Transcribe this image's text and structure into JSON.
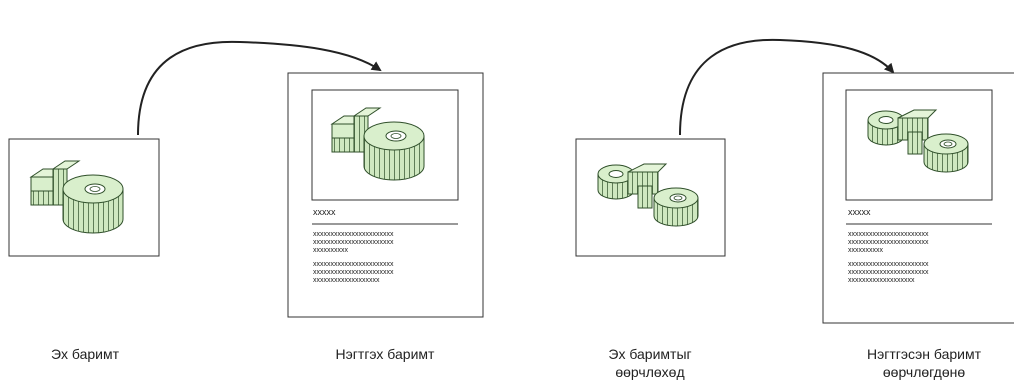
{
  "labels": {
    "source_doc": "Эх баримт",
    "linked_doc": "Нэгтгэх баримт",
    "source_modified_line1": "Эх баримтыг",
    "source_modified_line2": "өөрчлөхөд",
    "linked_modified_line1": "Нэгтгэсэн баримт",
    "linked_modified_line2": "өөрчлөгдөнө"
  },
  "document": {
    "title_placeholder": "xxxxx",
    "body_lines": [
      "xxxxxxxxxxxxxxxxxxxxxxx",
      "xxxxxxxxxxxxxxxxxxxxxxx",
      "xxxxxxxxxx",
      "xxxxxxxxxxxxxxxxxxxxxxx",
      "xxxxxxxxxxxxxxxxxxxxxxx",
      "xxxxxxxxxxxxxxxxxxx"
    ]
  },
  "colors": {
    "shape_fill": "#cfe8c0",
    "shape_stroke": "#2f4f2a",
    "frame": "#333333",
    "arrow": "#222222"
  }
}
